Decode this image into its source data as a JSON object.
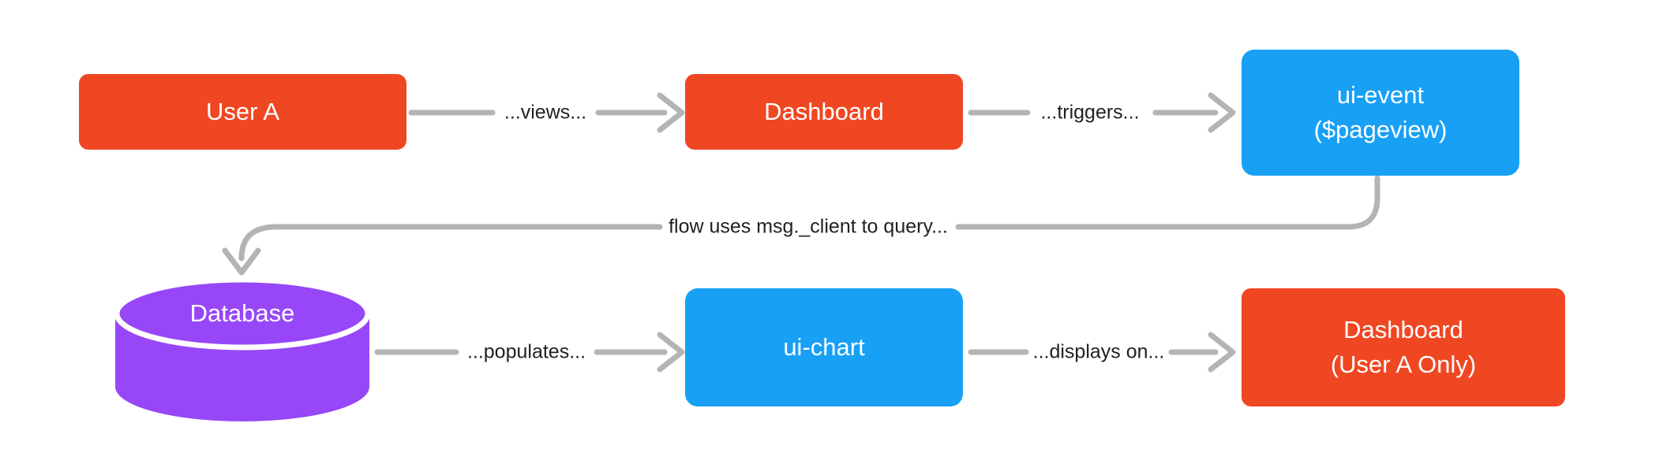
{
  "diagram": {
    "title": "flow diagram",
    "colors": {
      "orange": "#F04723",
      "blue": "#18A0F5",
      "purple": "#9747F8",
      "connector": "#B4B4B4",
      "edge_label": "#212121",
      "node_text": "#ffffff",
      "background": "#ffffff"
    },
    "nodes": {
      "user_a": {
        "label": "User A",
        "shape": "rect",
        "color": "#F04723"
      },
      "dashboard": {
        "label": "Dashboard",
        "shape": "rect",
        "color": "#F04723"
      },
      "ui_event": {
        "label_line1": "ui-event",
        "label_line2": "($pageview)",
        "shape": "rect",
        "color": "#18A0F5"
      },
      "database": {
        "label": "Database",
        "shape": "cylinder",
        "color": "#9747F8"
      },
      "ui_chart": {
        "label": "ui-chart",
        "shape": "rect",
        "color": "#18A0F5"
      },
      "dashboard_user_a": {
        "label_line1": "Dashboard",
        "label_line2": "(User A Only)",
        "shape": "rect",
        "color": "#F04723"
      }
    },
    "edges": {
      "views": {
        "from": "user_a",
        "to": "dashboard",
        "label": "...views..."
      },
      "triggers": {
        "from": "dashboard",
        "to": "ui_event",
        "label": "...triggers..."
      },
      "query": {
        "from": "ui_event",
        "to": "database",
        "label": "flow uses msg._client to query..."
      },
      "populates": {
        "from": "database",
        "to": "ui_chart",
        "label": "...populates..."
      },
      "displays_on": {
        "from": "ui_chart",
        "to": "dashboard_user_a",
        "label": "...displays on..."
      }
    }
  }
}
